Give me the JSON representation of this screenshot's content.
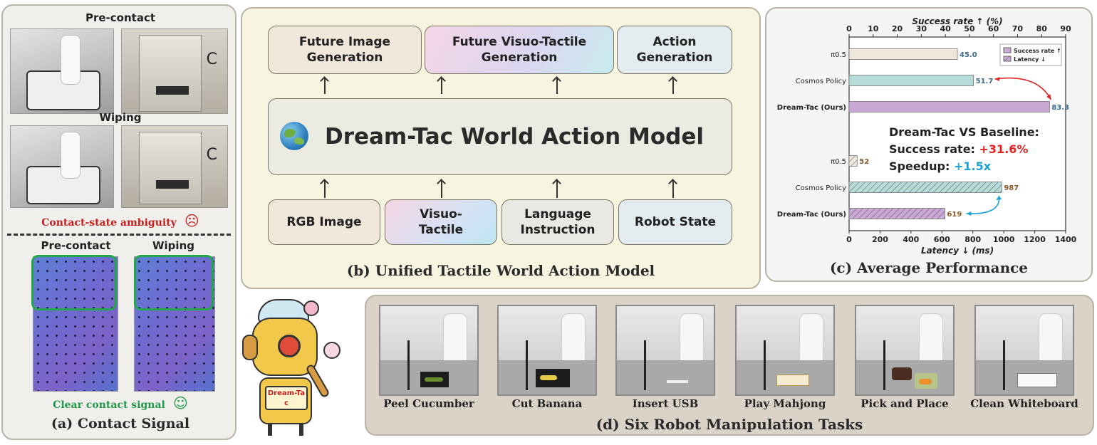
{
  "panel_a": {
    "pre_contact_top": "Pre-contact",
    "wiping_top": "Wiping",
    "ambiguity": "Contact-state ambiguity",
    "ambiguity_emoji": "☹",
    "pre_contact_bottom": "Pre-contact",
    "wiping_bottom": "Wiping",
    "clear_signal": "Clear contact signal",
    "clear_emoji": "☺",
    "title": "(a) Contact Signal"
  },
  "panel_b": {
    "outputs": [
      "Future Image Generation",
      "Future Visuo-Tactile Generation",
      "Action Generation"
    ],
    "model_name": "Dream-Tac World Action Model",
    "inputs": [
      "RGB Image",
      "Visuo-Tactile",
      "Language Instruction",
      "Robot State"
    ],
    "title": "(b) Unified Tactile World Action Model"
  },
  "panel_c": {
    "title": "(c) Average Performance",
    "comparison": {
      "heading": "Dream-Tac VS Baseline:",
      "success_label": "Success rate:",
      "success_value": "+31.6%",
      "speedup_label": "Speedup:",
      "speedup_value": "+1.5x"
    }
  },
  "panel_d": {
    "title": "(d) Six Robot Manipulation Tasks",
    "tasks": [
      "Peel Cucumber",
      "Cut Banana",
      "Insert USB",
      "Play Mahjong",
      "Pick and Place",
      "Clean Whiteboard"
    ]
  },
  "mascot": {
    "badge": "Dream-Tac"
  },
  "colors": {
    "success_bar": "#c9a8d6",
    "latency_bar": "#c9a8d6",
    "baseline1_bar": "#efe6dc",
    "baseline2_bar": "#b7dbd9",
    "highlight_red": "#e52222",
    "highlight_blue": "#1aa3d9"
  },
  "chart_data": {
    "type": "bar",
    "orientation": "horizontal",
    "categories": [
      "π0.5",
      "Cosmos Policy",
      "Dream-Tac (Ours)"
    ],
    "success_axis": {
      "label": "Success rate ↑ (%)",
      "range": [
        0,
        90
      ],
      "ticks": [
        0,
        10,
        20,
        30,
        40,
        50,
        60,
        70,
        80,
        90
      ]
    },
    "latency_axis": {
      "label": "Latency ↓ (ms)",
      "range": [
        0,
        1400
      ],
      "ticks": [
        0,
        200,
        400,
        600,
        800,
        1000,
        1200,
        1400
      ]
    },
    "series": [
      {
        "name": "Success rate ↑",
        "values": [
          45.0,
          51.7,
          83.3
        ],
        "labels": [
          "45.0",
          "51.7",
          "83.3"
        ]
      },
      {
        "name": "Latency ↓",
        "values": [
          52,
          987,
          619
        ],
        "labels": [
          "52",
          "987",
          "619"
        ]
      }
    ],
    "legend_position": "top-right"
  }
}
